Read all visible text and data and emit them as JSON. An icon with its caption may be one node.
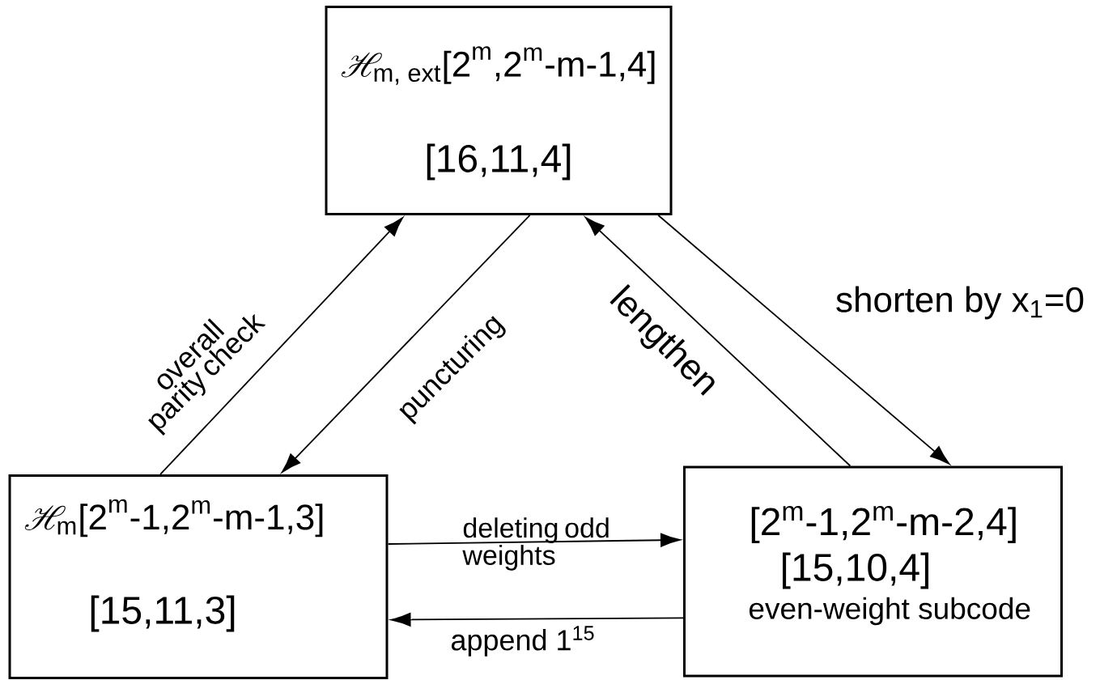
{
  "diagram": {
    "nodes": [
      {
        "text": [
          "\\mathscr{H}_{\\text{m, ext}}\\text{[2}^{\\text{m}}\\text{,2}^{\\text{m}}\\text{-m-1,4]}",
          "[16,11,4]"
        ]
      },
      {
        "text": [
          "\\mathscr{H}_{\\text{m}}\\text{[2}^{\\text{m}}\\text{-1,2}^{\\text{m}}\\text{-m-1,3]}",
          "[15,11,3]"
        ]
      },
      {
        "text": [
          "[2$^{m}$-1,2$^{m}$-m-2,4]",
          "[15,10,4]",
          "even-weight subcode"
        ]
      }
    ],
    "edges": [
      {
        "from": 1,
        "to": 0,
        "arrow": "to",
        "label": "overall parity check"
      },
      {
        "from": 0,
        "to": 1,
        "arrow": "to",
        "label": "puncturing"
      },
      {
        "from": 2,
        "to": 0,
        "arrow": "to",
        "label": "lengthen"
      },
      {
        "from": 0,
        "to": 2,
        "arrow": "to",
        "label": "shorten by x$_{1}$=0"
      },
      {
        "from": 1,
        "to": 2,
        "arrow": "to",
        "label": "deleting odd weights"
      },
      {
        "from": 2,
        "to": 1,
        "arrow": "to",
        "label": "append 1$^{15}$"
      }
    ]
  }
}
